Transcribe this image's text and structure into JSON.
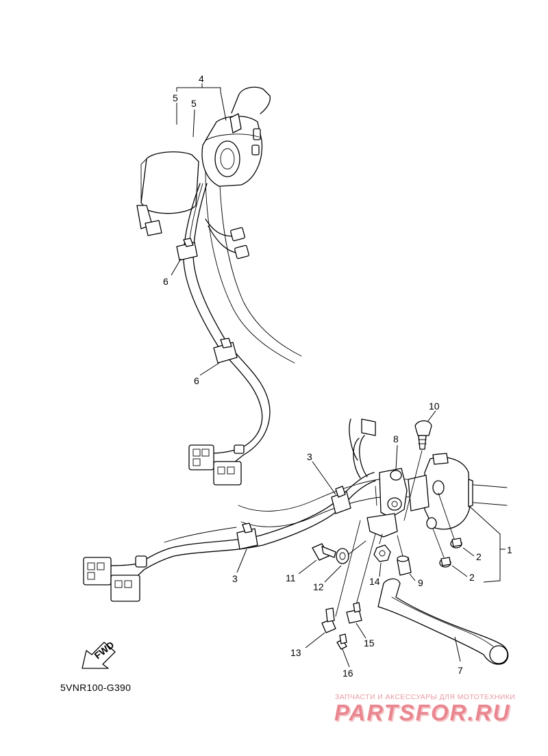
{
  "diagram": {
    "code": "5VNR100-G390",
    "fwd_label": "FWD",
    "callouts": [
      {
        "id": "1",
        "label": "1"
      },
      {
        "id": "2a",
        "label": "2"
      },
      {
        "id": "2b",
        "label": "2"
      },
      {
        "id": "3a",
        "label": "3"
      },
      {
        "id": "3b",
        "label": "3"
      },
      {
        "id": "4",
        "label": "4"
      },
      {
        "id": "5a",
        "label": "5"
      },
      {
        "id": "5b",
        "label": "5"
      },
      {
        "id": "6a",
        "label": "6"
      },
      {
        "id": "6b",
        "label": "6"
      },
      {
        "id": "7",
        "label": "7"
      },
      {
        "id": "8",
        "label": "8"
      },
      {
        "id": "9",
        "label": "9"
      },
      {
        "id": "10",
        "label": "10"
      },
      {
        "id": "11",
        "label": "11"
      },
      {
        "id": "12",
        "label": "12"
      },
      {
        "id": "13",
        "label": "13"
      },
      {
        "id": "14",
        "label": "14"
      },
      {
        "id": "15",
        "label": "15"
      },
      {
        "id": "16",
        "label": "16"
      }
    ]
  },
  "watermark": {
    "tagline": "ЗАПЧАСТИ И АКСЕССУАРЫ ДЛЯ МОТОТЕХНИКИ",
    "logo": "PARTSFOR.RU",
    "color": "#e9868f"
  }
}
